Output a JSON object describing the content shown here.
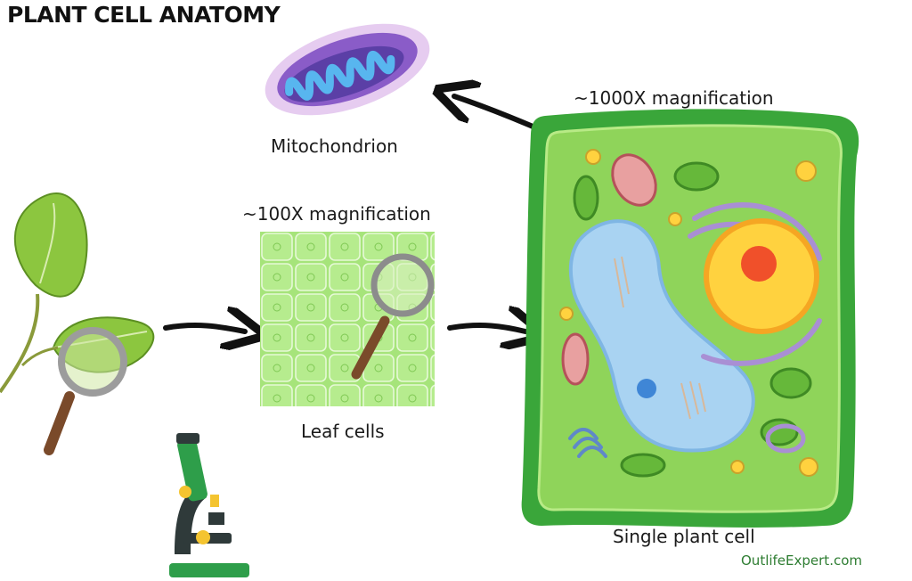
{
  "title": "PLANT CELL ANATOMY",
  "labels": {
    "mitochondrion": "Mitochondrion",
    "magnification_1000x": "~1000X magnification",
    "magnification_100x": "~100X magnification",
    "leaf_cells": "Leaf cells",
    "single_plant_cell": "Single plant cell"
  },
  "credit": "OutlifeExpert.com",
  "colors": {
    "cell_wall": "#3aa63a",
    "cytoplasm": "#8fd45a",
    "vacuole": "#a9d3f2",
    "nucleus": "#ffd23f",
    "nucleolus": "#f0502a",
    "golgi": "#a98fd4",
    "chloroplast": "#66b83a",
    "mitochondrion": "#5b3fa6",
    "leaf_tile": "#9fe070"
  }
}
